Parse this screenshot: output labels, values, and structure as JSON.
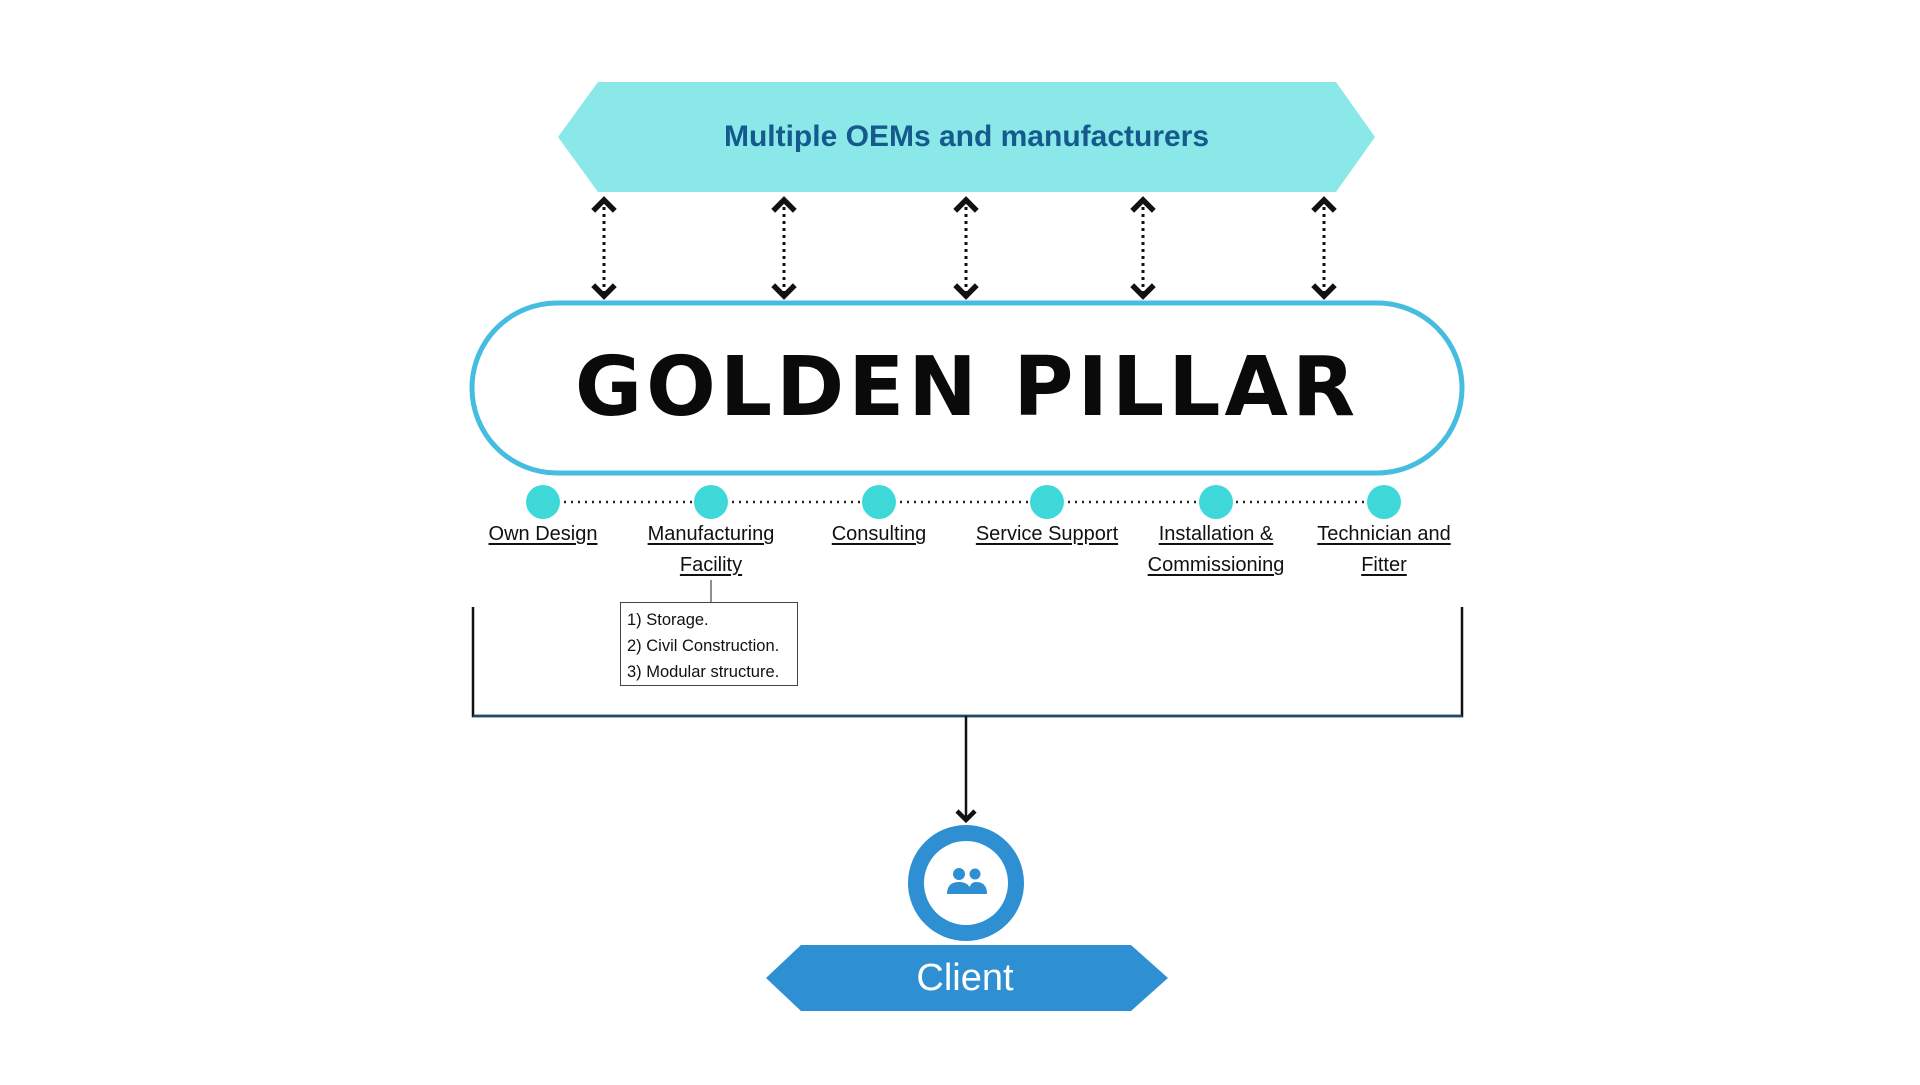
{
  "oem_banner": {
    "label": "Multiple OEMs and manufacturers",
    "color": "#8ae8e8",
    "text_color": "#145a8c"
  },
  "hub": {
    "title": "GOLDEN PILLAR",
    "border_color": "#45bde0"
  },
  "services": [
    {
      "label_lines": [
        "Own Design"
      ]
    },
    {
      "label_lines": [
        "Manufacturing",
        "Facility"
      ]
    },
    {
      "label_lines": [
        "Consulting"
      ]
    },
    {
      "label_lines": [
        "Service Support"
      ]
    },
    {
      "label_lines": [
        "Installation &",
        "Commissioning"
      ]
    },
    {
      "label_lines": [
        "Technician and",
        "Fitter"
      ]
    }
  ],
  "service_dot_color": "#3fd8d8",
  "manufacturing_details": [
    "1) Storage.",
    "2) Civil Construction.",
    "3) Modular structure."
  ],
  "client": {
    "label": "Client",
    "icon": "people-icon",
    "color": "#2f8fd3"
  }
}
